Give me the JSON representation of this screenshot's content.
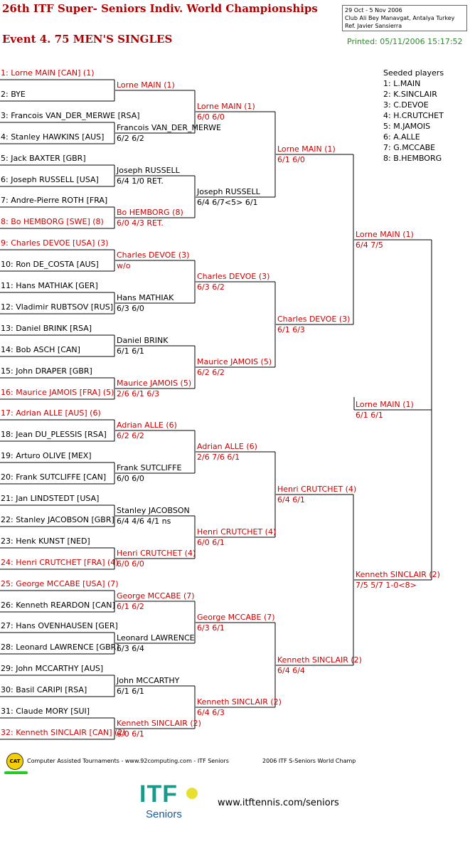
{
  "header": {
    "title": "26th ITF Super- Seniors Indiv. World Championships",
    "event": "Event 4. 75 MEN'S SINGLES",
    "dates": "29 Oct - 5 Nov 2006",
    "venue": "Club Ali Bey Manavgat, Antalya   Turkey",
    "referee": "Ref. Javier Sansierra",
    "printed": "Printed: 05/11/2006 15:17:52"
  },
  "seeds": {
    "title": "Seeded players",
    "list": [
      "1: L.MAIN",
      "2: K.SINCLAIR",
      "3: C.DEVOE",
      "4: H.CRUTCHET",
      "5: M.JAMOIS",
      "6: A.ALLE",
      "7: G.MCCABE",
      "8: B.HEMBORG"
    ]
  },
  "r1": [
    {
      "text": "1: Lorne MAIN [CAN] (1)",
      "seed": true
    },
    {
      "text": "2: BYE",
      "seed": false
    },
    {
      "text": "3: Francois VAN_DER_MERWE [RSA]",
      "seed": false
    },
    {
      "text": "4: Stanley HAWKINS [AUS]",
      "seed": false
    },
    {
      "text": "5: Jack BAXTER [GBR]",
      "seed": false
    },
    {
      "text": "6: Joseph RUSSELL [USA]",
      "seed": false
    },
    {
      "text": "7: Andre-Pierre ROTH [FRA]",
      "seed": false
    },
    {
      "text": "8: Bo HEMBORG [SWE] (8)",
      "seed": true
    },
    {
      "text": "9: Charles DEVOE [USA] (3)",
      "seed": true
    },
    {
      "text": "10: Ron DE_COSTA [AUS]",
      "seed": false
    },
    {
      "text": "11: Hans MATHIAK [GER]",
      "seed": false
    },
    {
      "text": "12: Vladimir RUBTSOV [RUS]",
      "seed": false
    },
    {
      "text": "13: Daniel BRINK [RSA]",
      "seed": false
    },
    {
      "text": "14: Bob ASCH [CAN]",
      "seed": false
    },
    {
      "text": "15: John DRAPER [GBR]",
      "seed": false
    },
    {
      "text": "16: Maurice JAMOIS [FRA] (5)",
      "seed": true
    },
    {
      "text": "17: Adrian ALLE [AUS] (6)",
      "seed": true
    },
    {
      "text": "18: Jean DU_PLESSIS [RSA]",
      "seed": false
    },
    {
      "text": "19: Arturo OLIVE [MEX]",
      "seed": false
    },
    {
      "text": "20: Frank SUTCLIFFE [CAN]",
      "seed": false
    },
    {
      "text": "21: Jan LINDSTEDT [USA]",
      "seed": false
    },
    {
      "text": "22: Stanley JACOBSON [GBR]",
      "seed": false
    },
    {
      "text": "23: Henk KUNST [NED]",
      "seed": false
    },
    {
      "text": "24: Henri CRUTCHET [FRA] (4)",
      "seed": true
    },
    {
      "text": "25: George MCCABE [USA] (7)",
      "seed": true
    },
    {
      "text": "26: Kenneth REARDON [CAN]",
      "seed": false
    },
    {
      "text": "27: Hans OVENHAUSEN [GER]",
      "seed": false
    },
    {
      "text": "28: Leonard LAWRENCE [GBR]",
      "seed": false
    },
    {
      "text": "29: John MCCARTHY [AUS]",
      "seed": false
    },
    {
      "text": "30: Basil CARIPI [RSA]",
      "seed": false
    },
    {
      "text": "31: Claude MORY [SUI]",
      "seed": false
    },
    {
      "text": "32: Kenneth SINCLAIR [CAN] (2)",
      "seed": true
    }
  ],
  "r2": [
    {
      "name": "Lorne MAIN (1)",
      "score": "",
      "seed": true
    },
    {
      "name": "Francois VAN_DER_MERWE",
      "score": "6/2 6/2",
      "seed": false
    },
    {
      "name": "Joseph RUSSELL",
      "score": "6/4 1/0 RET.",
      "seed": false
    },
    {
      "name": "Bo HEMBORG (8)",
      "score": "6/0 4/3 RET.",
      "seed": true
    },
    {
      "name": "Charles DEVOE (3)",
      "score": "w/o",
      "seed": true
    },
    {
      "name": "Hans MATHIAK",
      "score": "6/3 6/0",
      "seed": false
    },
    {
      "name": "Daniel BRINK",
      "score": "6/1 6/1",
      "seed": false
    },
    {
      "name": "Maurice JAMOIS (5)",
      "score": "2/6 6/1 6/3",
      "seed": true
    },
    {
      "name": "Adrian ALLE (6)",
      "score": "6/2 6/2",
      "seed": true
    },
    {
      "name": "Frank SUTCLIFFE",
      "score": "6/0 6/0",
      "seed": false
    },
    {
      "name": "Stanley JACOBSON",
      "score": "6/4 4/6 4/1 ns",
      "seed": false
    },
    {
      "name": "Henri CRUTCHET (4)",
      "score": "6/0 6/0",
      "seed": true
    },
    {
      "name": "George MCCABE (7)",
      "score": "6/1 6/2",
      "seed": true
    },
    {
      "name": "Leonard LAWRENCE",
      "score": "6/3 6/4",
      "seed": false
    },
    {
      "name": "John MCCARTHY",
      "score": "6/1 6/1",
      "seed": false
    },
    {
      "name": "Kenneth SINCLAIR (2)",
      "score": "6/0 6/1",
      "seed": true
    }
  ],
  "r3": [
    {
      "name": "Lorne MAIN (1)",
      "score": "6/0 6/0",
      "seed": true
    },
    {
      "name": "Joseph RUSSELL",
      "score": "6/4 6/7<5> 6/1",
      "seed": false
    },
    {
      "name": "Charles DEVOE (3)",
      "score": "6/3 6/2",
      "seed": true
    },
    {
      "name": "Maurice JAMOIS (5)",
      "score": "6/2 6/2",
      "seed": true
    },
    {
      "name": "Adrian ALLE (6)",
      "score": "2/6 7/6 6/1",
      "seed": true
    },
    {
      "name": "Henri CRUTCHET (4)",
      "score": "6/0 6/1",
      "seed": true
    },
    {
      "name": "George MCCABE (7)",
      "score": "6/3 6/1",
      "seed": true
    },
    {
      "name": "Kenneth SINCLAIR (2)",
      "score": "6/4 6/3",
      "seed": true
    }
  ],
  "r4": [
    {
      "name": "Lorne MAIN (1)",
      "score": "6/1 6/0",
      "seed": true
    },
    {
      "name": "Charles DEVOE (3)",
      "score": "6/1 6/3",
      "seed": true
    },
    {
      "name": "Henri CRUTCHET (4)",
      "score": "6/4 6/1",
      "seed": true
    },
    {
      "name": "Kenneth SINCLAIR (2)",
      "score": "6/4 6/4",
      "seed": true
    }
  ],
  "r5": [
    {
      "name": "Lorne MAIN (1)",
      "score": "6/4 7/5",
      "seed": true
    },
    {
      "name": "Kenneth SINCLAIR (2)",
      "score": "7/5 5/7 1-0<8>",
      "seed": true
    }
  ],
  "r6": [
    {
      "name": "Lorne MAIN (1)",
      "score": "6/1 6/1",
      "seed": true
    }
  ],
  "footer": {
    "cat_logo": "CAT",
    "software": "Computer Assisted Tournaments - www.92computing.com -   ITF Seniors",
    "event_short": "2006 ITF S-Seniors World Champ",
    "itf_logo": "ITF",
    "itf_sub": "Seniors",
    "url": "www.itftennis.com/seniors"
  },
  "colors": {
    "seed": "#cc0000",
    "title": "#b00000",
    "printed": "#2e8b2e",
    "line": "#000000"
  }
}
